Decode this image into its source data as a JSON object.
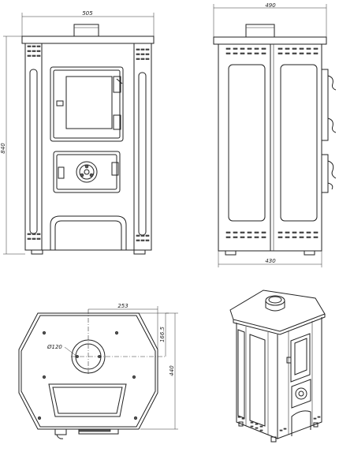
{
  "drawing": {
    "front_view": {
      "width_label": "505",
      "height_label": "840"
    },
    "side_view": {
      "depth_label": "490",
      "base_label": "430"
    },
    "top_view": {
      "flue_offset_label": "253",
      "flue_diameter_label": "Ø120",
      "flue_depth_label": "166.5",
      "total_depth_label": "440"
    },
    "iso_view": {}
  }
}
